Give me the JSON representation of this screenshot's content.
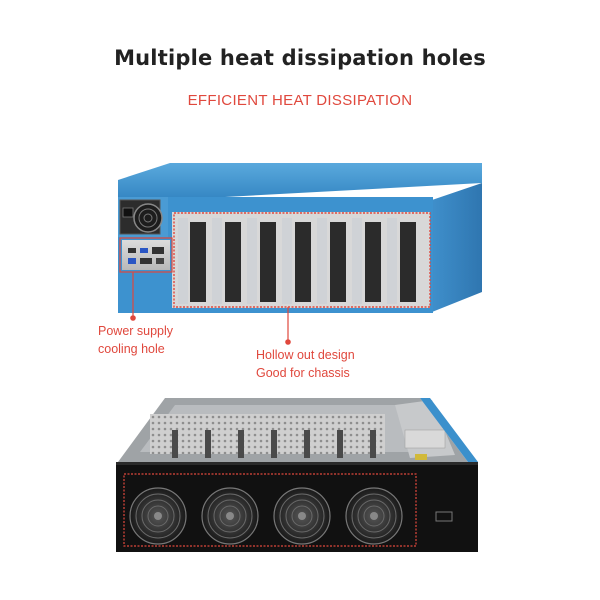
{
  "header": {
    "title": "Multiple heat dissipation holes",
    "subtitle": "EFFICIENT HEAT DISSIPATION"
  },
  "callouts": {
    "power": {
      "line1": "Power supply",
      "line2": "cooling hole"
    },
    "hollow": {
      "line1": "Hollow out design",
      "line2": "Good for chassis"
    }
  },
  "colors": {
    "accent": "#e0483d",
    "chassis_blue": "#3b90cc",
    "front_panel": "#111111"
  }
}
